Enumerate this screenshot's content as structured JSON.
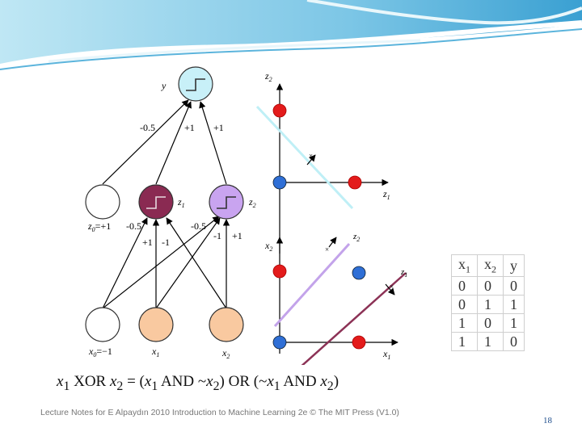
{
  "network": {
    "output_label": "y",
    "hidden_labels": [
      "z",
      "z"
    ],
    "hidden_subs": [
      "1",
      "2"
    ],
    "bias_hidden_label": "z",
    "bias_hidden_sub": "0",
    "bias_hidden_val": "=+1",
    "input_bias_label": "x",
    "input_bias_sub": "0",
    "input_bias_val": "=−1",
    "input_labels": [
      "x",
      "x"
    ],
    "input_subs": [
      "1",
      "2"
    ],
    "w_out": [
      "-0.5",
      "+1",
      "+1"
    ],
    "w_z1": [
      "-0.5",
      "+1",
      "-1"
    ],
    "w_z2": [
      "-0.5",
      "-1",
      "+1"
    ]
  },
  "plot_z": {
    "ylabel": "z",
    "ysub": "2",
    "xlabel": "z",
    "xsub": "1"
  },
  "plot_x": {
    "ylabel": "x",
    "ysub": "2",
    "xlabel": "x",
    "xsub": "1",
    "line1_label": "z",
    "line1_sub": "2",
    "line2_label": "z",
    "line2_sub": "1"
  },
  "truth_table": {
    "headers": [
      [
        "x",
        "1"
      ],
      [
        "x",
        "2"
      ],
      [
        "y",
        ""
      ]
    ],
    "rows": [
      [
        "0",
        "0",
        "0"
      ],
      [
        "0",
        "1",
        "1"
      ],
      [
        "1",
        "0",
        "1"
      ],
      [
        "1",
        "1",
        "0"
      ]
    ]
  },
  "caption": {
    "parts": [
      "x",
      "1",
      " XOR ",
      "x",
      "2",
      " = (",
      "x",
      "1",
      " AND ~",
      "x",
      "2",
      ") OR (~",
      "x",
      "1",
      " AND ",
      "x",
      "2",
      ")"
    ]
  },
  "footer": "Lecture Notes for E Alpaydın 2010 Introduction to Machine Learning 2e © The MIT Press (V1.0)",
  "page_number": "18",
  "colors": {
    "red": "#e31b1b",
    "blue": "#2f6fd6",
    "hidden1": "#8a2a52",
    "hidden2": "#c9a4f0",
    "output": "#c8f0f8",
    "input": "#f9c9a0",
    "line_cyan": "#bfeff6",
    "line_violet": "#c3a3ea",
    "line_maroon": "#8c3256"
  }
}
